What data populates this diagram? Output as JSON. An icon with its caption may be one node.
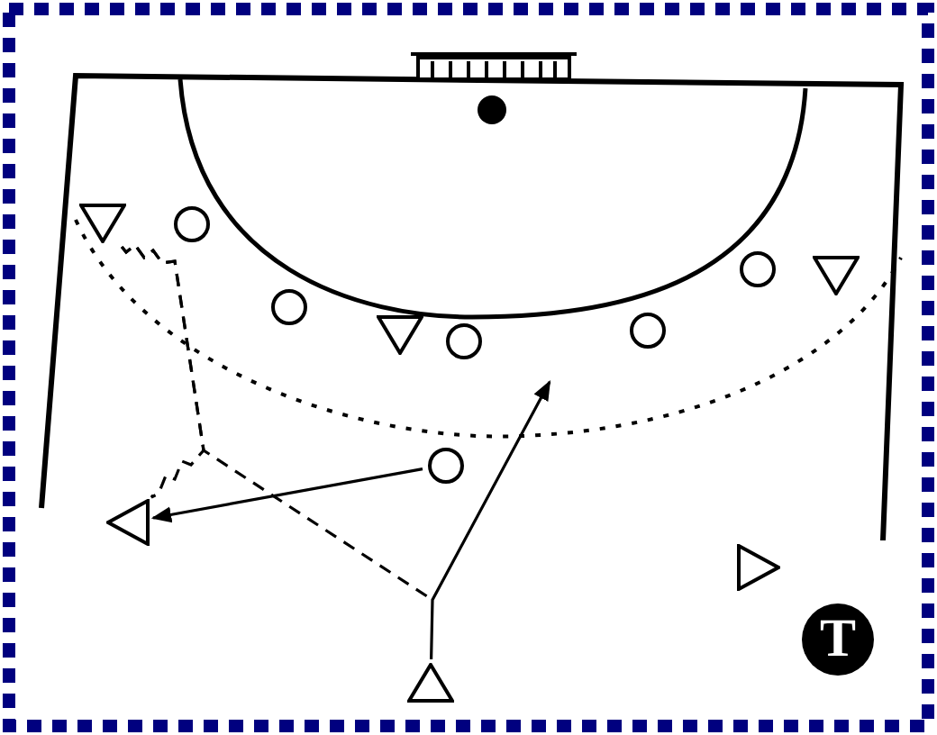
{
  "diagram": {
    "nodes": [
      {
        "text": [],
        "shape": "triangle"
      },
      {
        "text": [],
        "shape": "circle"
      },
      {
        "text": [],
        "shape": "circle"
      },
      {
        "text": [],
        "shape": "triangle"
      },
      {
        "text": [],
        "shape": "circle"
      },
      {
        "text": [],
        "shape": "circle"
      },
      {
        "text": [],
        "shape": "circle"
      },
      {
        "text": [],
        "shape": "triangle"
      },
      {
        "text": [],
        "shape": "circle"
      },
      {
        "text": [],
        "shape": "triangle"
      },
      {
        "text": [],
        "shape": "triangle"
      },
      {
        "text": [],
        "shape": "triangle"
      },
      {
        "text": [
          "T"
        ]
      }
    ],
    "edges": [
      {
        "from": 0,
        "to": 9,
        "arrow": "none",
        "style": "dashed"
      },
      {
        "from": 0,
        "to": null,
        "arrow": "none",
        "style": "dashed"
      },
      {
        "from": 8,
        "to": 9,
        "arrow": "to"
      },
      {
        "from": 11,
        "to": null,
        "arrow": "to"
      }
    ]
  }
}
